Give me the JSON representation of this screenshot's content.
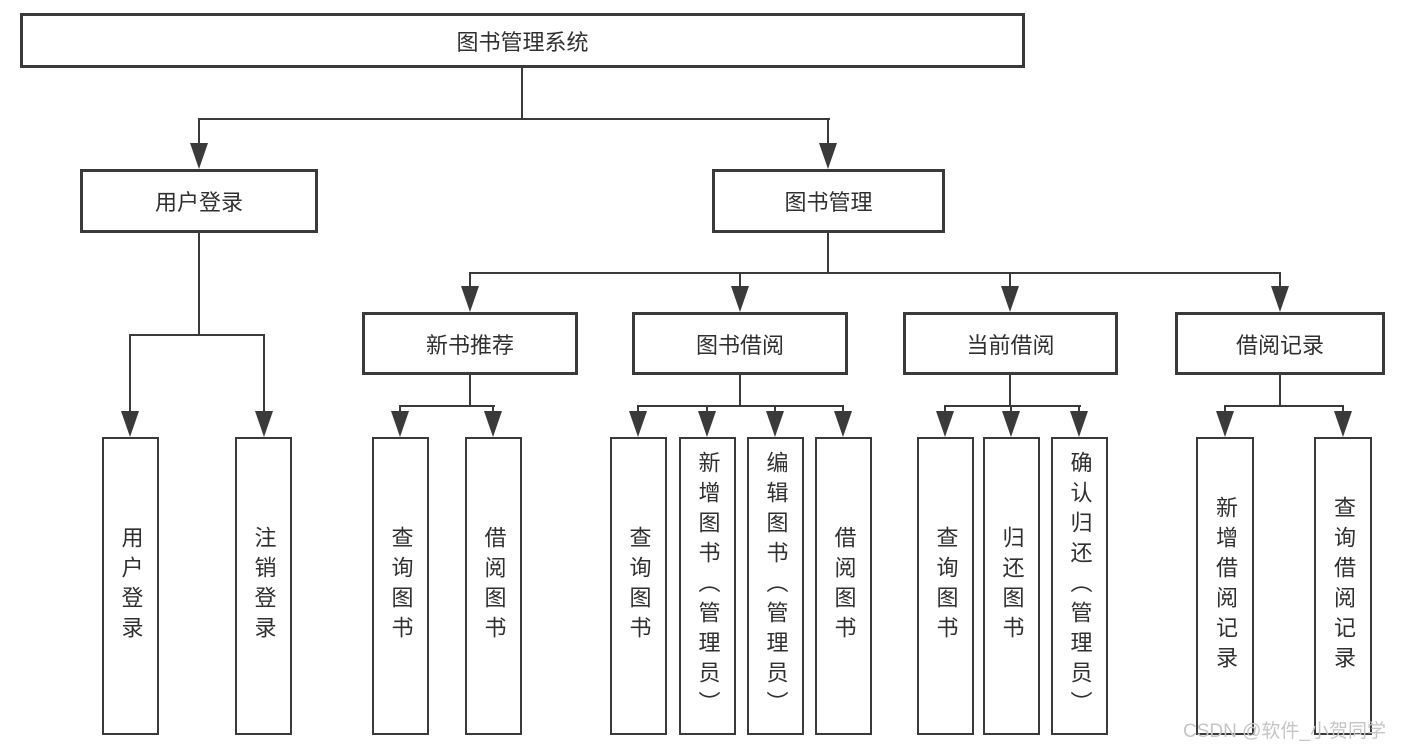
{
  "diagram": {
    "root": {
      "label": "图书管理系统"
    },
    "branches": {
      "user_login": {
        "label": "用户登录",
        "children": [
          "用户登录",
          "注销登录"
        ]
      },
      "book_management": {
        "label": "图书管理",
        "sections": {
          "new_book_recommend": {
            "label": "新书推荐",
            "children": [
              "查询图书",
              "借阅图书"
            ]
          },
          "book_borrowing": {
            "label": "图书借阅",
            "children": [
              "查询图书",
              "新增图书（管理员）",
              "编辑图书（管理员）",
              "借阅图书"
            ]
          },
          "current_borrowing": {
            "label": "当前借阅",
            "children": [
              "查询图书",
              "归还图书",
              "确认归还（管理员）"
            ]
          },
          "borrowing_records": {
            "label": "借阅记录",
            "children": [
              "新增借阅记录",
              "查询借阅记录"
            ]
          }
        }
      }
    }
  },
  "watermark": {
    "text": "CSDN @软件_小贺同学"
  },
  "colors": {
    "line": "#3a3a3a",
    "text": "#303030",
    "watermark": "#c5c5c5",
    "background": "#ffffff"
  }
}
